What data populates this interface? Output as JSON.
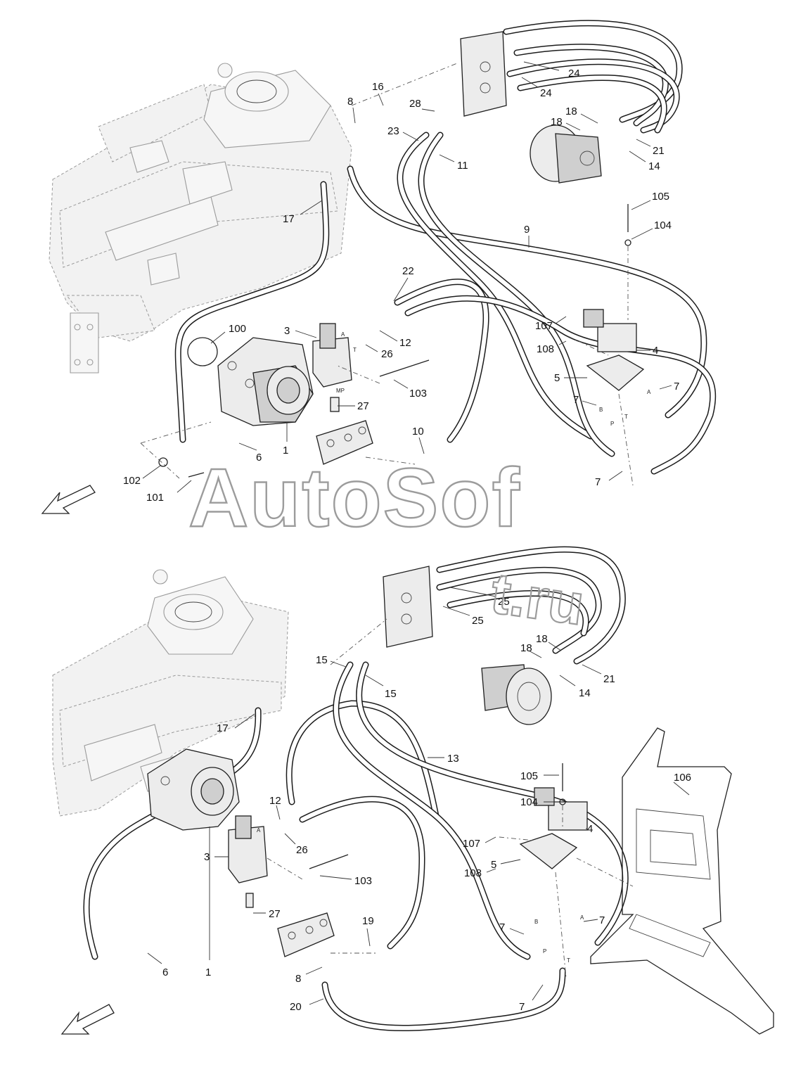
{
  "watermark": {
    "main": "AutoSof",
    "suffix": "t.ru"
  },
  "upper_view": {
    "callouts": [
      "1",
      "3",
      "4",
      "5",
      "6",
      "7",
      "7",
      "7",
      "8",
      "9",
      "10",
      "11",
      "12",
      "14",
      "16",
      "17",
      "18",
      "18",
      "21",
      "22",
      "23",
      "24",
      "24",
      "26",
      "27",
      "28",
      "100",
      "101",
      "102",
      "103",
      "104",
      "105",
      "107",
      "108"
    ],
    "port_labels": [
      "A",
      "T",
      "MP",
      "B",
      "P",
      "A",
      "T"
    ]
  },
  "lower_view": {
    "callouts": [
      "1",
      "3",
      "4",
      "5",
      "6",
      "7",
      "7",
      "7",
      "8",
      "12",
      "13",
      "14",
      "15",
      "15",
      "17",
      "18",
      "18",
      "19",
      "20",
      "21",
      "25",
      "25",
      "26",
      "27",
      "103",
      "104",
      "105",
      "106",
      "107",
      "108"
    ],
    "port_labels": [
      "A",
      "B",
      "P",
      "A",
      "T"
    ]
  }
}
